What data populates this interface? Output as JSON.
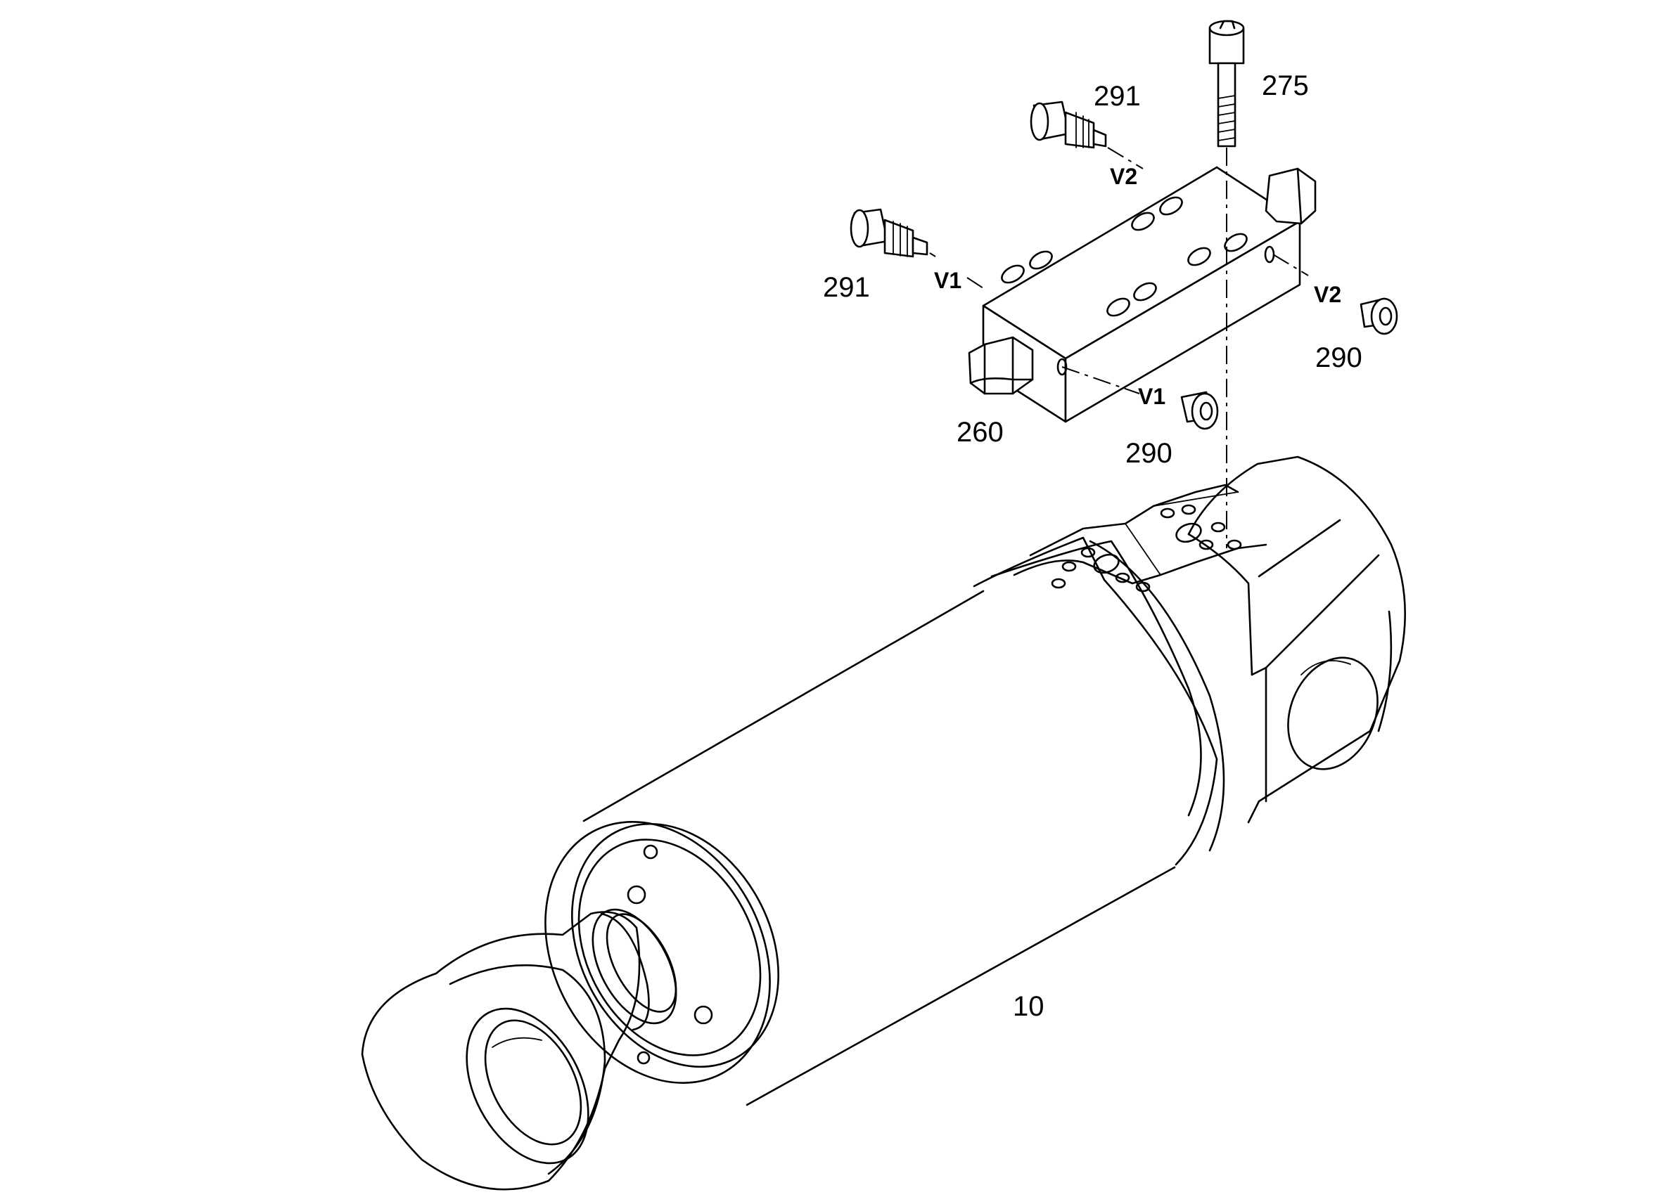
{
  "diagram": {
    "part_numbers": {
      "cylinder": "10",
      "hex_plug": "260",
      "screw": "275",
      "plug_right": "290",
      "plug_lower": "290",
      "fitting_upper": "291",
      "fitting_lower": "291"
    },
    "port_labels": {
      "v2_upper": "V2",
      "v1_left": "V1",
      "v2_right": "V2",
      "v1_lower": "V1"
    }
  }
}
